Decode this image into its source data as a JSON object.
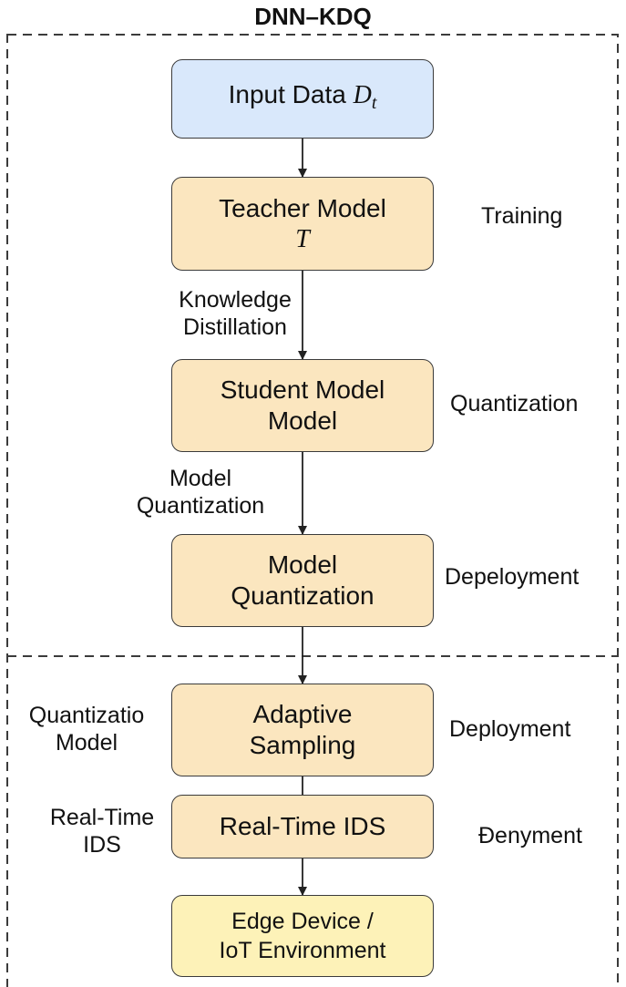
{
  "title": "DNN–KDQ",
  "nodes": {
    "input": {
      "text": "Input Data",
      "symbol": "D",
      "subscript": "t"
    },
    "teacher": {
      "line1": "Teacher Model",
      "symbol": "T"
    },
    "student": {
      "line1": "Student Model",
      "line2": "Model"
    },
    "quant": {
      "line1": "Model",
      "line2": "Quantization"
    },
    "sampling": {
      "line1": "Adaptive",
      "line2": "Sampling"
    },
    "ids": {
      "text": "Real-Time IDS"
    },
    "edge": {
      "line1": "Edge Device /",
      "line2": "IoT Environment"
    }
  },
  "edge_labels": {
    "knowledge": {
      "line1": "Knowledge",
      "line2": "Distillation"
    },
    "model_quant": {
      "line1": "Model",
      "line2": "Quantization"
    },
    "quant_model": {
      "line1": "Quantizatio",
      "line2": "Model"
    },
    "realtime": {
      "line1": "Real-Time",
      "line2": "IDS"
    }
  },
  "stage_labels": {
    "training": "Training",
    "quantization": "Quantization",
    "depeloyment": "Depeloyment",
    "deployment": "Deployment",
    "deryment": "Đenyment"
  },
  "colors": {
    "input_fill": "#d9e8fb",
    "model_fill": "#fbe6bf",
    "edge_fill": "#fdf2b8",
    "stroke": "#3b3b3b"
  }
}
